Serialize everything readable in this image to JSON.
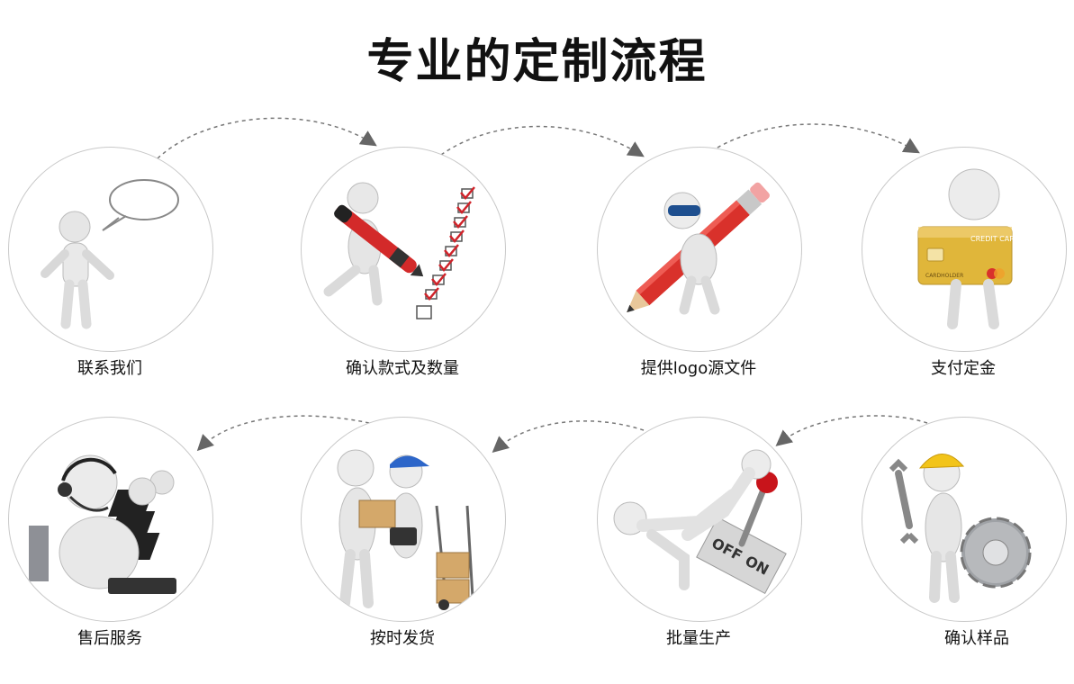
{
  "title": "专业的定制流程",
  "steps": [
    {
      "label": "联系我们",
      "icon": "speech-bubble-figure-icon"
    },
    {
      "label": "确认款式及数量",
      "icon": "checklist-pen-icon"
    },
    {
      "label": "提供logo源文件",
      "icon": "pencil-figure-icon"
    },
    {
      "label": "支付定金",
      "icon": "credit-card-icon"
    },
    {
      "label": "确认样品",
      "icon": "wrench-gear-icon"
    },
    {
      "label": "批量生产",
      "icon": "on-off-lever-icon"
    },
    {
      "label": "按时发货",
      "icon": "delivery-boxes-icon"
    },
    {
      "label": "售后服务",
      "icon": "customer-service-headset-icon"
    }
  ],
  "card": {
    "brand": "CREDIT CARD",
    "holder": "CARDHOLDER"
  },
  "switch": {
    "on": "ON",
    "off": "OFF"
  }
}
